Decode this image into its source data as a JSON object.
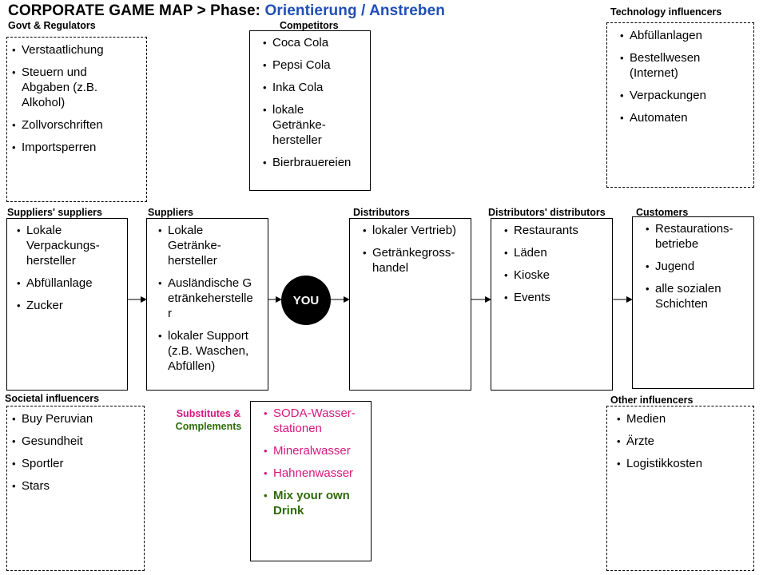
{
  "title": {
    "prefix": "CORPORATE GAME MAP >  Phase: ",
    "phase": "Orientierung / Anstreben"
  },
  "you_label": "YOU",
  "sections": {
    "govt": {
      "label": "Govt & Regulators",
      "items": [
        "Verstaatlichung",
        "Steuern und Abgaben (z.B. Alkohol)",
        "Zollvorschriften",
        "Importsperren"
      ]
    },
    "competitors": {
      "label": "Competitors",
      "items": [
        "Coca Cola",
        "Pepsi Cola",
        "Inka Cola",
        "lokale Getränke-hersteller",
        "Bierbrauereien"
      ]
    },
    "technology": {
      "label": "Technology influencers",
      "items": [
        "Abfüllanlagen",
        "Bestellwesen (Internet)",
        "Verpackungen",
        "Automaten"
      ]
    },
    "suppliers_suppliers": {
      "label": "Suppliers' suppliers",
      "items": [
        "Lokale Verpackungs-hersteller",
        "Abfüllanlage",
        "Zucker"
      ]
    },
    "suppliers": {
      "label": "Suppliers",
      "items": [
        "Lokale Getränke-hersteller",
        "Ausländische Getränkehersteller",
        "lokaler Support (z.B. Waschen, Abfüllen)"
      ]
    },
    "distributors": {
      "label": "Distributors",
      "items": [
        "lokaler Vertrieb)",
        "Getränkegross-handel"
      ]
    },
    "distributors_distributors": {
      "label": "Distributors' distributors",
      "items": [
        "Restaurants",
        "Läden",
        "Kioske",
        "Events"
      ]
    },
    "customers": {
      "label": "Customers",
      "items": [
        "Restaurations-betriebe",
        "Jugend",
        "alle sozialen Schichten"
      ]
    },
    "societal": {
      "label": "Societal influencers",
      "items": [
        "Buy Peruvian",
        "Gesundheit",
        "Sportler",
        "Stars"
      ]
    },
    "substitutes": {
      "label_part1": "Substitutes &",
      "label_part2": "Complements",
      "items": [
        "SODA-Wasser-stationen",
        "Mineralwasser",
        "Hahnenwasser",
        "Mix your own Drink"
      ]
    },
    "other": {
      "label": "Other influencers",
      "items": [
        "Medien",
        "Ärzte",
        "Logistikkosten"
      ]
    }
  },
  "colors": {
    "phase_blue": "#1f4fb5",
    "substitute_magenta": "#d6177e",
    "complement_green": "#2e6b0a"
  }
}
